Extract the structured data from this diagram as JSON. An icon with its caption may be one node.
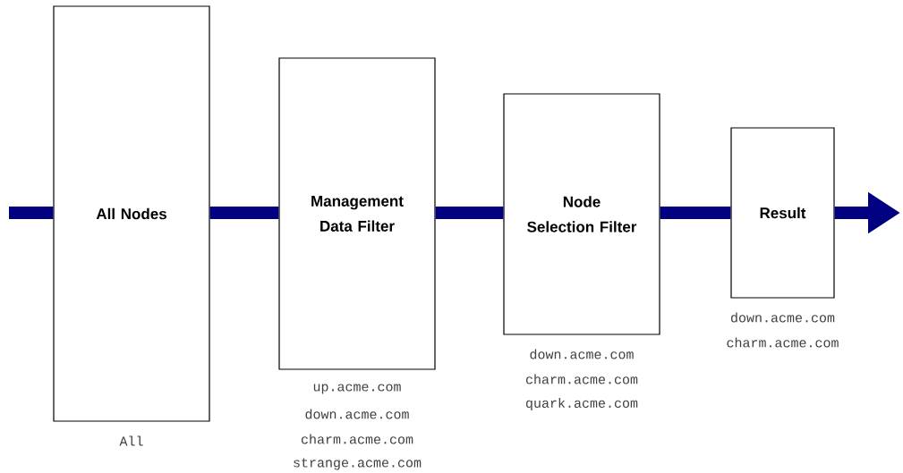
{
  "diagram": {
    "nodes": [
      {
        "text": [
          "All Nodes"
        ],
        "beside": [
          "All"
        ]
      },
      {
        "text": [
          "Management Data Filter"
        ],
        "beside": [
          "up.acme.com",
          "down.acme.com",
          "charm.acme.com",
          "strange.acme.com"
        ]
      },
      {
        "text": [
          "Node Selection Filter"
        ],
        "beside": [
          "down.acme.com",
          "charm.acme.com",
          "quark.acme.com"
        ]
      },
      {
        "text": [
          "Result"
        ],
        "beside": [
          "down.acme.com",
          "charm.acme.com"
        ]
      }
    ],
    "edges": [
      {
        "from": null,
        "to": 0,
        "arrow": "none"
      },
      {
        "from": 0,
        "to": 1,
        "arrow": "none"
      },
      {
        "from": 1,
        "to": 2,
        "arrow": "none"
      },
      {
        "from": 2,
        "to": 3,
        "arrow": "none"
      },
      {
        "from": 3,
        "to": null,
        "arrow": "to"
      }
    ]
  }
}
